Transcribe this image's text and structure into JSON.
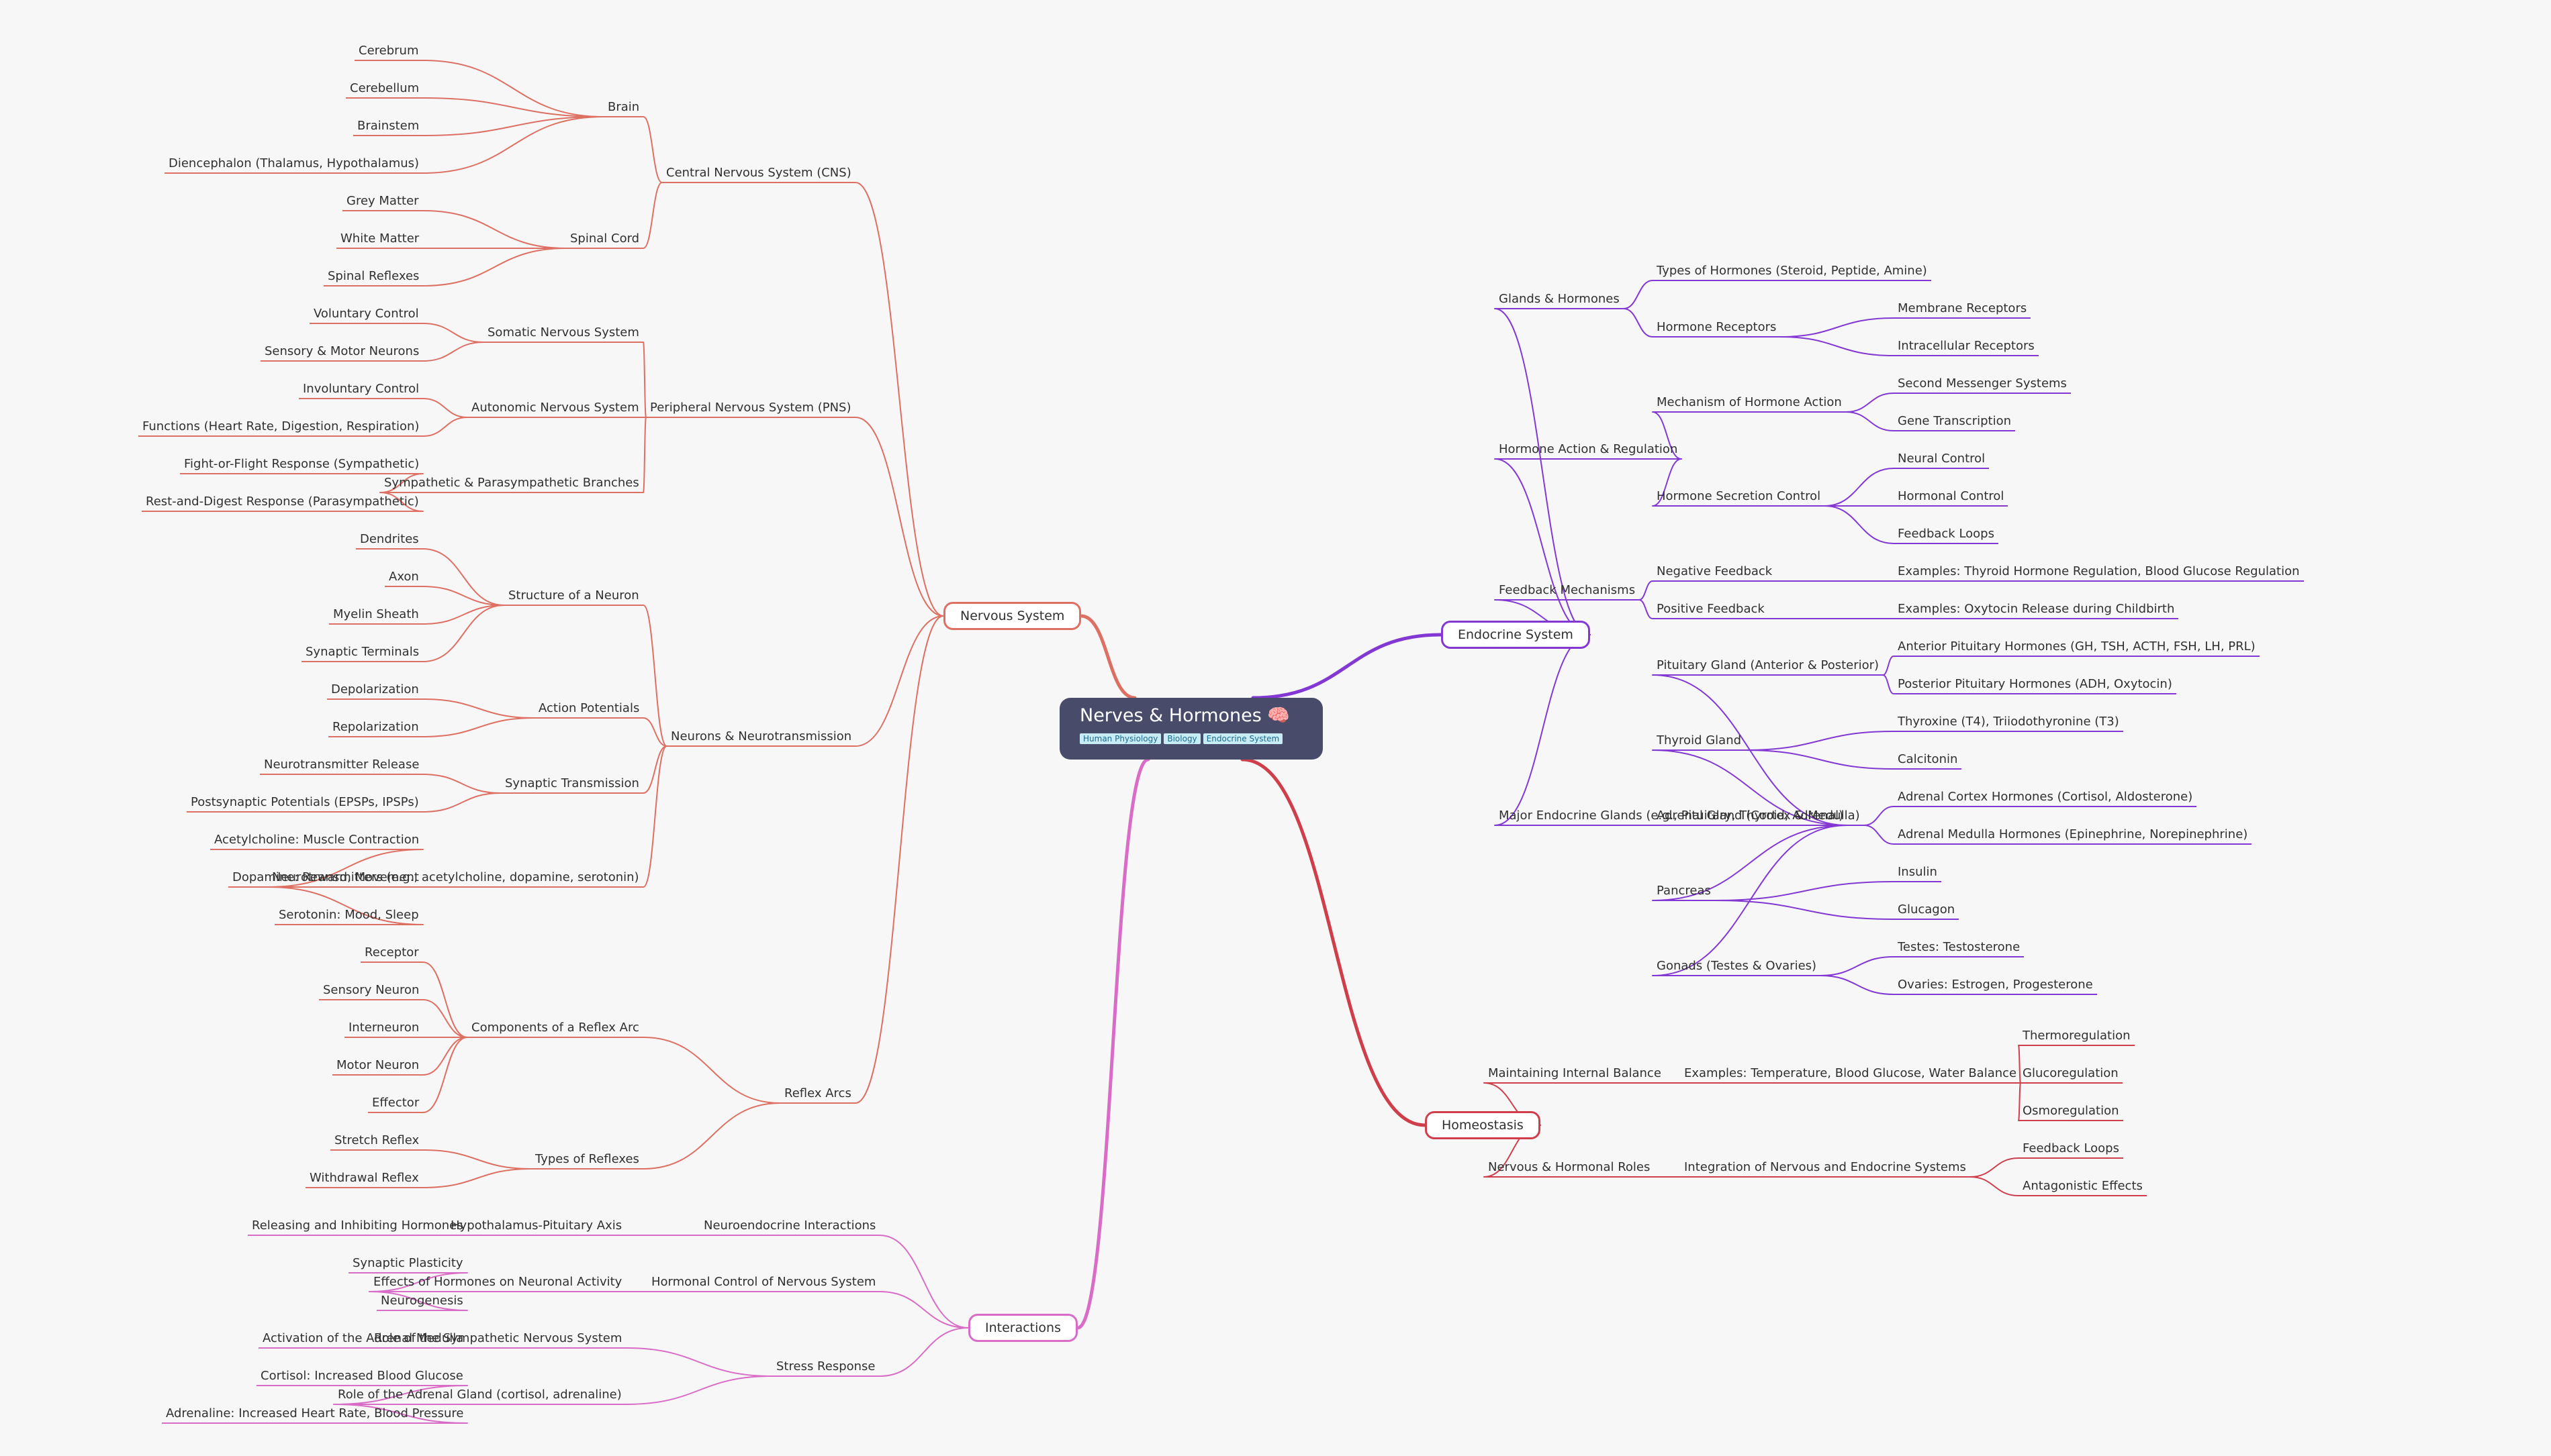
{
  "root": {
    "title": "Nerves & Hormones 🧠",
    "tags": [
      "Human Physiology",
      "Biology",
      "Endocrine System"
    ]
  },
  "colors": {
    "nervous": "#dd7062",
    "endocrine": "#8438d3",
    "homeostasis": "#cf3f4b",
    "interactions": "#d86cc6"
  },
  "branches": [
    {
      "key": "nervous",
      "label": "Nervous System",
      "children": [
        {
          "label": "Central Nervous System (CNS)",
          "children": [
            {
              "label": "Brain",
              "children": [
                {
                  "label": "Cerebrum"
                },
                {
                  "label": "Cerebellum"
                },
                {
                  "label": "Brainstem"
                },
                {
                  "label": "Diencephalon (Thalamus, Hypothalamus)"
                }
              ]
            },
            {
              "label": "Spinal Cord",
              "children": [
                {
                  "label": "Grey Matter"
                },
                {
                  "label": "White Matter"
                },
                {
                  "label": "Spinal Reflexes"
                }
              ]
            }
          ]
        },
        {
          "label": "Peripheral Nervous System (PNS)",
          "children": [
            {
              "label": "Somatic Nervous System",
              "children": [
                {
                  "label": "Voluntary Control"
                },
                {
                  "label": "Sensory & Motor Neurons"
                }
              ]
            },
            {
              "label": "Autonomic Nervous System",
              "children": [
                {
                  "label": "Involuntary Control"
                },
                {
                  "label": "Functions (Heart Rate, Digestion, Respiration)"
                }
              ]
            },
            {
              "label": "Sympathetic & Parasympathetic Branches",
              "children": [
                {
                  "label": "Fight-or-Flight Response (Sympathetic)"
                },
                {
                  "label": "Rest-and-Digest Response (Parasympathetic)"
                }
              ]
            }
          ]
        },
        {
          "label": "Neurons & Neurotransmission",
          "children": [
            {
              "label": "Structure of a Neuron",
              "children": [
                {
                  "label": "Dendrites"
                },
                {
                  "label": "Axon"
                },
                {
                  "label": "Myelin Sheath"
                },
                {
                  "label": "Synaptic Terminals"
                }
              ]
            },
            {
              "label": "Action Potentials",
              "children": [
                {
                  "label": "Depolarization"
                },
                {
                  "label": "Repolarization"
                }
              ]
            },
            {
              "label": "Synaptic Transmission",
              "children": [
                {
                  "label": "Neurotransmitter Release"
                },
                {
                  "label": "Postsynaptic Potentials (EPSPs, IPSPs)"
                }
              ]
            },
            {
              "label": "Neurotransmitters (e.g., acetylcholine, dopamine, serotonin)",
              "children": [
                {
                  "label": "Acetylcholine: Muscle Contraction"
                },
                {
                  "label": "Dopamine: Reward, Movement"
                },
                {
                  "label": "Serotonin: Mood, Sleep"
                }
              ]
            }
          ]
        },
        {
          "label": "Reflex Arcs",
          "children": [
            {
              "label": "Components of a Reflex Arc",
              "children": [
                {
                  "label": "Receptor"
                },
                {
                  "label": "Sensory Neuron"
                },
                {
                  "label": "Interneuron"
                },
                {
                  "label": "Motor Neuron"
                },
                {
                  "label": "Effector"
                }
              ]
            },
            {
              "label": "Types of Reflexes",
              "children": [
                {
                  "label": "Stretch Reflex"
                },
                {
                  "label": "Withdrawal Reflex"
                }
              ]
            }
          ]
        }
      ]
    },
    {
      "key": "interactions",
      "label": "Interactions",
      "children": [
        {
          "label": "Neuroendocrine Interactions",
          "children": [
            {
              "label": "Hypothalamus-Pituitary Axis",
              "children": [
                {
                  "label": "Releasing and Inhibiting Hormones"
                }
              ]
            }
          ]
        },
        {
          "label": "Hormonal Control of Nervous System",
          "children": [
            {
              "label": "Effects of Hormones on Neuronal Activity",
              "children": [
                {
                  "label": "Synaptic Plasticity"
                },
                {
                  "label": "Neurogenesis"
                }
              ]
            }
          ]
        },
        {
          "label": "Stress Response",
          "children": [
            {
              "label": "Role of the Sympathetic Nervous System",
              "children": [
                {
                  "label": "Activation of the Adrenal Medulla"
                }
              ]
            },
            {
              "label": "Role of the Adrenal Gland (cortisol, adrenaline)",
              "children": [
                {
                  "label": "Cortisol: Increased Blood Glucose"
                },
                {
                  "label": "Adrenaline: Increased Heart Rate, Blood Pressure"
                }
              ]
            }
          ]
        }
      ]
    },
    {
      "key": "endocrine",
      "label": "Endocrine System",
      "children": [
        {
          "label": "Glands & Hormones",
          "children": [
            {
              "label": "Types of Hormones (Steroid, Peptide, Amine)"
            },
            {
              "label": "Hormone Receptors",
              "children": [
                {
                  "label": "Membrane Receptors"
                },
                {
                  "label": "Intracellular Receptors"
                }
              ]
            }
          ]
        },
        {
          "label": "Hormone Action & Regulation",
          "children": [
            {
              "label": "Mechanism of Hormone Action",
              "children": [
                {
                  "label": "Second Messenger Systems"
                },
                {
                  "label": "Gene Transcription"
                }
              ]
            },
            {
              "label": "Hormone Secretion Control",
              "children": [
                {
                  "label": "Neural Control"
                },
                {
                  "label": "Hormonal Control"
                },
                {
                  "label": "Feedback Loops"
                }
              ]
            }
          ]
        },
        {
          "label": "Feedback Mechanisms",
          "children": [
            {
              "label": "Negative Feedback",
              "children": [
                {
                  "label": "Examples: Thyroid Hormone Regulation, Blood Glucose Regulation"
                }
              ]
            },
            {
              "label": "Positive Feedback",
              "children": [
                {
                  "label": "Examples: Oxytocin Release during Childbirth"
                }
              ]
            }
          ]
        },
        {
          "label": "Major Endocrine Glands (e.g., Pituitary, Thyroid, Adrenal)",
          "children": [
            {
              "label": "Pituitary Gland (Anterior & Posterior)",
              "children": [
                {
                  "label": "Anterior Pituitary Hormones (GH, TSH, ACTH, FSH, LH, PRL)"
                },
                {
                  "label": "Posterior Pituitary Hormones (ADH, Oxytocin)"
                }
              ]
            },
            {
              "label": "Thyroid Gland",
              "children": [
                {
                  "label": "Thyroxine (T4), Triiodothyronine (T3)"
                },
                {
                  "label": "Calcitonin"
                }
              ]
            },
            {
              "label": "Adrenal Gland (Cortex & Medulla)",
              "children": [
                {
                  "label": "Adrenal Cortex Hormones (Cortisol, Aldosterone)"
                },
                {
                  "label": "Adrenal Medulla Hormones (Epinephrine, Norepinephrine)"
                }
              ]
            },
            {
              "label": "Pancreas",
              "children": [
                {
                  "label": "Insulin"
                },
                {
                  "label": "Glucagon"
                }
              ]
            },
            {
              "label": "Gonads (Testes & Ovaries)",
              "children": [
                {
                  "label": "Testes: Testosterone"
                },
                {
                  "label": "Ovaries: Estrogen, Progesterone"
                }
              ]
            }
          ]
        }
      ]
    },
    {
      "key": "homeostasis",
      "label": "Homeostasis",
      "children": [
        {
          "label": "Maintaining Internal Balance",
          "children": [
            {
              "label": "Examples: Temperature, Blood Glucose, Water Balance",
              "children": [
                {
                  "label": "Thermoregulation"
                },
                {
                  "label": "Glucoregulation"
                },
                {
                  "label": "Osmoregulation"
                }
              ]
            }
          ]
        },
        {
          "label": "Nervous & Hormonal Roles",
          "children": [
            {
              "label": "Integration of Nervous and Endocrine Systems",
              "children": [
                {
                  "label": "Feedback Loops"
                },
                {
                  "label": "Antagonistic Effects"
                }
              ]
            }
          ]
        }
      ]
    }
  ]
}
